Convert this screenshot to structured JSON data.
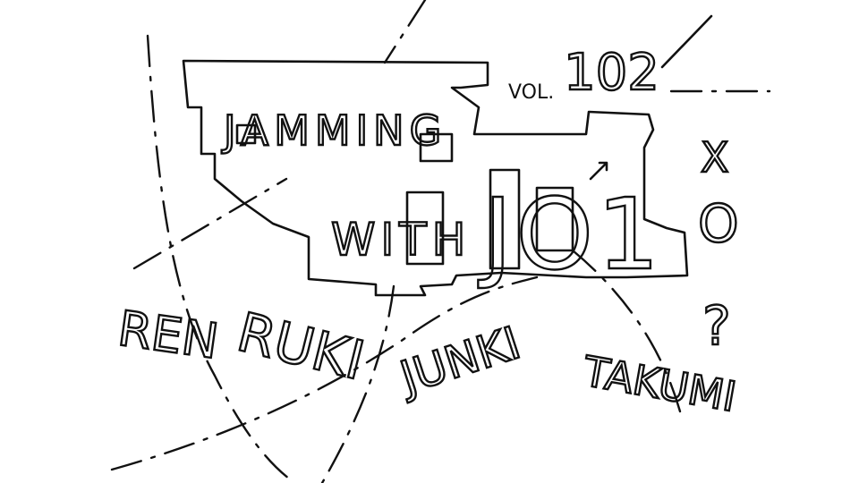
{
  "title": {
    "line1": "JAMMING",
    "line2": "WITH",
    "line3": "JO1"
  },
  "volume": {
    "prefix": "VOL.",
    "number": "102"
  },
  "side_marks": [
    "X",
    "O",
    "?"
  ],
  "members": [
    "REN",
    "RUKI",
    "JUNKI",
    "TAKUMI"
  ],
  "colors": {
    "ink": "#111111",
    "paper": "#ffffff"
  }
}
